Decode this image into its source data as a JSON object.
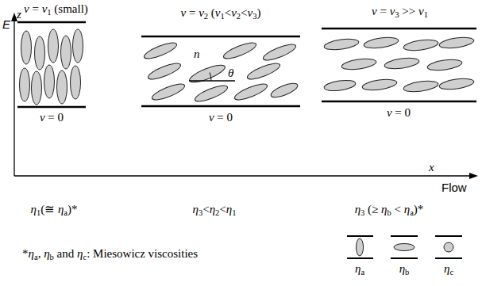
{
  "diagram": {
    "labels": [
      "v = v1 (small)",
      "v = v2 (v1<v2<v3)",
      "v = v3 >> v1",
      "z",
      "E",
      "n",
      "θ",
      "v = 0",
      "v = 0",
      "v = 0",
      "x",
      "Flow",
      "η1(≅ ηa)*",
      "η3<η2<η1",
      "η3 (≥ ηb < ηa)*",
      "*ηa, ηb and ηc: Miesowicz viscosities",
      "ηa",
      "ηb",
      "ηc"
    ]
  }
}
